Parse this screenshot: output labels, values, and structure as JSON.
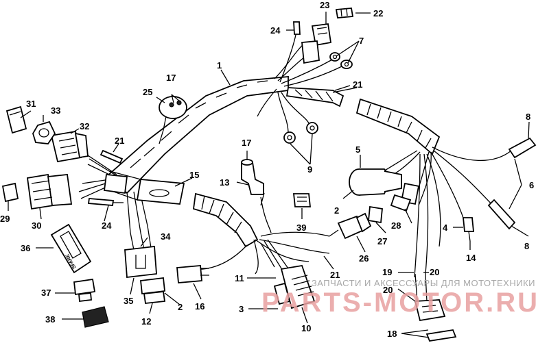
{
  "labels": [
    {
      "id": "l1",
      "text": "1"
    },
    {
      "id": "l2a",
      "text": "2"
    },
    {
      "id": "l2b",
      "text": "2"
    },
    {
      "id": "l3",
      "text": "3"
    },
    {
      "id": "l4",
      "text": "4"
    },
    {
      "id": "l5",
      "text": "5"
    },
    {
      "id": "l6",
      "text": "6"
    },
    {
      "id": "l7",
      "text": "7"
    },
    {
      "id": "l8a",
      "text": "8"
    },
    {
      "id": "l8b",
      "text": "8"
    },
    {
      "id": "l9",
      "text": "9"
    },
    {
      "id": "l10",
      "text": "10"
    },
    {
      "id": "l11",
      "text": "11"
    },
    {
      "id": "l12",
      "text": "12"
    },
    {
      "id": "l13",
      "text": "13"
    },
    {
      "id": "l14",
      "text": "14"
    },
    {
      "id": "l15",
      "text": "15"
    },
    {
      "id": "l16",
      "text": "16"
    },
    {
      "id": "l17a",
      "text": "17"
    },
    {
      "id": "l17b",
      "text": "17"
    },
    {
      "id": "l18",
      "text": "18"
    },
    {
      "id": "l19",
      "text": "19"
    },
    {
      "id": "l20a",
      "text": "20"
    },
    {
      "id": "l20b",
      "text": "20"
    },
    {
      "id": "l21a",
      "text": "21"
    },
    {
      "id": "l21b",
      "text": "21"
    },
    {
      "id": "l21c",
      "text": "21"
    },
    {
      "id": "l22",
      "text": "22"
    },
    {
      "id": "l23",
      "text": "23"
    },
    {
      "id": "l24a",
      "text": "24"
    },
    {
      "id": "l24b",
      "text": "24"
    },
    {
      "id": "l25",
      "text": "25"
    },
    {
      "id": "l26",
      "text": "26"
    },
    {
      "id": "l27",
      "text": "27"
    },
    {
      "id": "l28",
      "text": "28"
    },
    {
      "id": "l29",
      "text": "29"
    },
    {
      "id": "l30",
      "text": "30"
    },
    {
      "id": "l31",
      "text": "31"
    },
    {
      "id": "l32",
      "text": "32"
    },
    {
      "id": "l33",
      "text": "33"
    },
    {
      "id": "l34",
      "text": "34"
    },
    {
      "id": "l35",
      "text": "35"
    },
    {
      "id": "l36",
      "text": "36"
    },
    {
      "id": "l37",
      "text": "37"
    },
    {
      "id": "l38",
      "text": "38"
    },
    {
      "id": "l39",
      "text": "39"
    }
  ],
  "fuse_box_text": "SPARE",
  "watermark": {
    "line1": "ЗАПЧАСТИ И АКСЕССУАРЫ ДЛЯ МОТОТЕХНИКИ",
    "line2": "PARTS-MOTOR.RU"
  },
  "colors": {
    "ink": "#000000",
    "watermark_text": "#a8a8a8",
    "watermark_logo": "#e8a0a0"
  }
}
